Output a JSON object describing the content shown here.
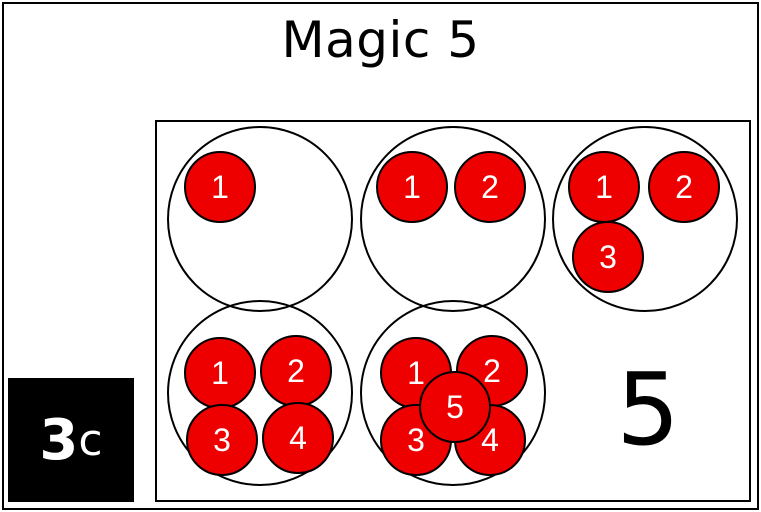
{
  "title": "Magic 5",
  "level_badge": {
    "number": "3",
    "letter": "c"
  },
  "total_label": "5",
  "colors": {
    "counter_fill": "#ee0000",
    "counter_stroke": "#000000",
    "counter_text": "#ffffff"
  },
  "groups": [
    {
      "counters": [
        "1"
      ]
    },
    {
      "counters": [
        "1",
        "2"
      ]
    },
    {
      "counters": [
        "1",
        "2",
        "3"
      ]
    },
    {
      "counters": [
        "1",
        "2",
        "3",
        "4"
      ]
    },
    {
      "counters": [
        "1",
        "2",
        "3",
        "4",
        "5"
      ]
    }
  ]
}
